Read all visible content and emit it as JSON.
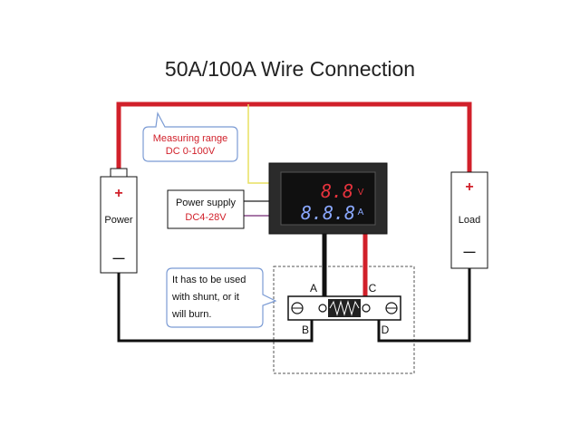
{
  "title": "50A/100A Wire Connection",
  "measuring_range": {
    "line1": "Measuring range",
    "line2": "DC 0-100V"
  },
  "power_supply": {
    "line1": "Power supply",
    "line2": "DC4-28V"
  },
  "meter": {
    "voltage_reading": "8.8",
    "voltage_unit": "V",
    "current_reading": "8.8.8",
    "current_unit": "A"
  },
  "power_source": {
    "plus": "+",
    "label": "Power",
    "minus": "—"
  },
  "load": {
    "plus": "+",
    "label": "Load",
    "minus": "—"
  },
  "warning": {
    "line1": "It has to be used",
    "line2": "with shunt, or it",
    "line3": "will burn."
  },
  "terminals": {
    "a": "A",
    "b": "B",
    "c": "C",
    "d": "D"
  },
  "colors": {
    "positive_wire": "#d1202a",
    "negative_wire": "#111111",
    "sense_wire": "#e8e060",
    "segment_red": "#e5333d",
    "segment_blue": "#8aa8ff"
  }
}
